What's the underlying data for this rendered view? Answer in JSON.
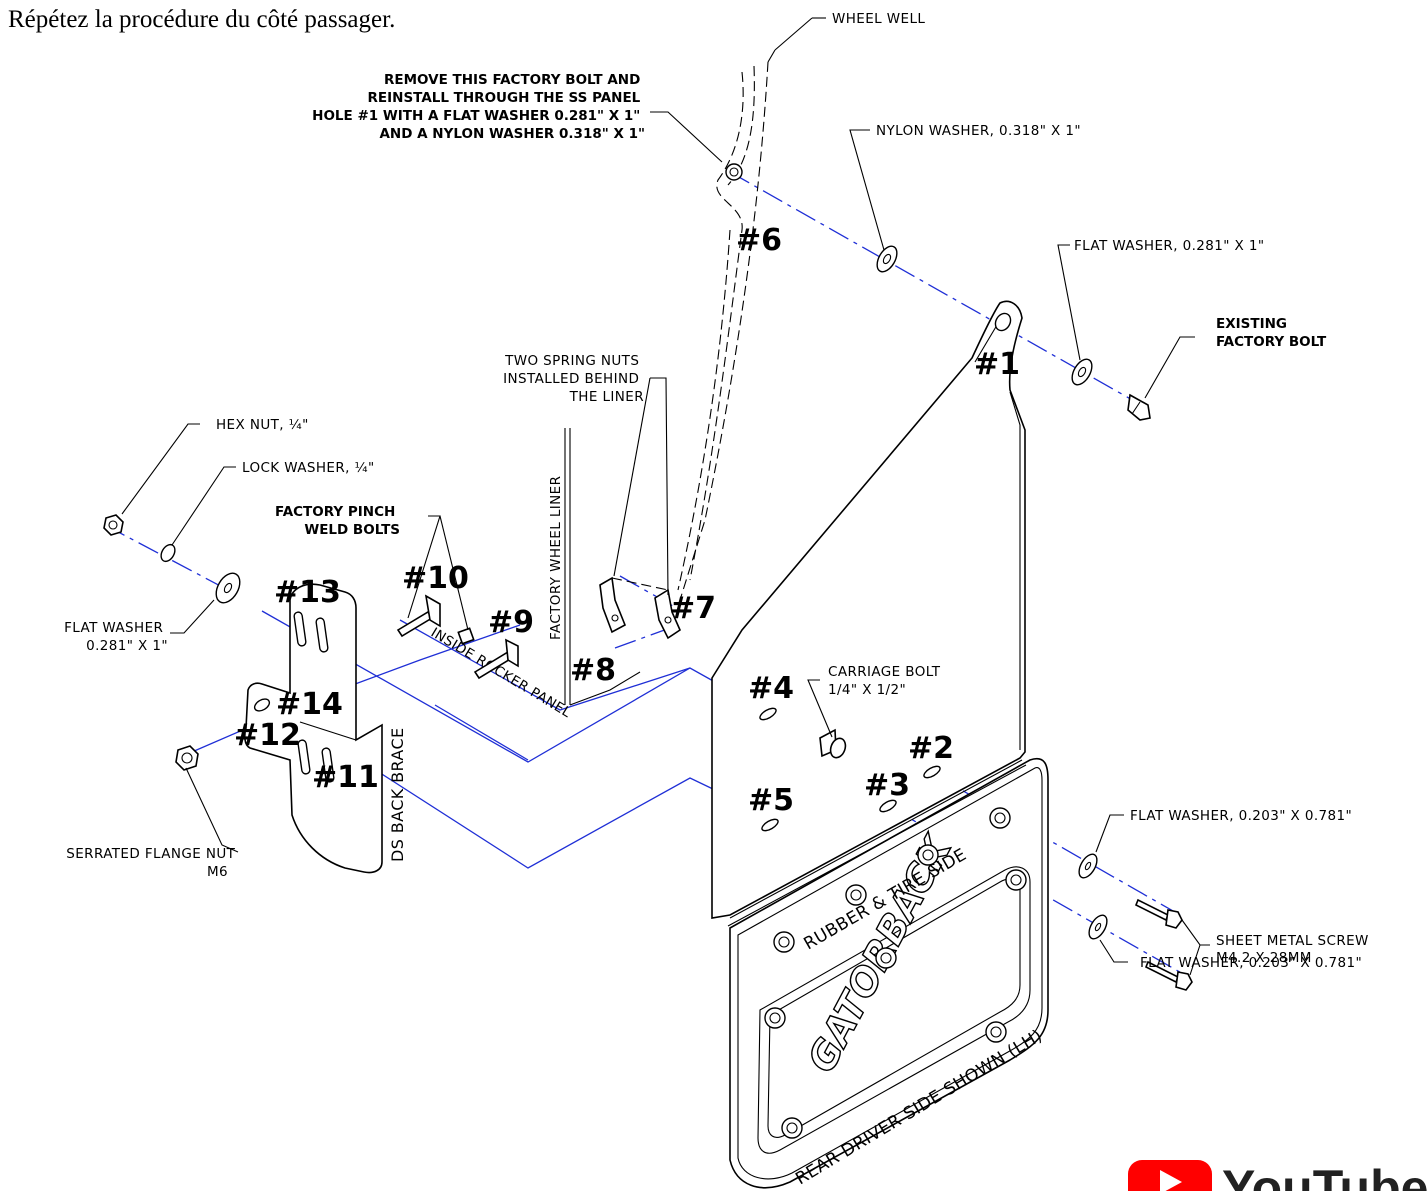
{
  "intro_text": "Répétez la procédure du côté passager.",
  "callouts": {
    "wheel_well": "WHEEL WELL",
    "remove_bolt": [
      "REMOVE THIS FACTORY BOLT AND",
      "REINSTALL THROUGH THE SS PANEL",
      "HOLE #1 WITH A FLAT WASHER 0.281\" X 1\"",
      "AND A NYLON WASHER 0.318\" X 1\""
    ],
    "nylon_washer": "NYLON WASHER, 0.318\" X 1\"",
    "flat_washer_top": "FLAT WASHER, 0.281\" X 1\"",
    "existing_bolt": [
      "EXISTING",
      "FACTORY BOLT"
    ],
    "spring_nuts": [
      "TWO SPRING NUTS",
      "INSTALLED BEHIND",
      "THE LINER"
    ],
    "hex_nut": "HEX NUT, ¼\"",
    "lock_washer": "LOCK WASHER, ¼\"",
    "pinch_weld": [
      "FACTORY PINCH",
      "WELD BOLTS"
    ],
    "flat_washer_left": [
      "FLAT WASHER",
      "0.281\" X 1\""
    ],
    "carriage_bolt": [
      "CARRIAGE BOLT",
      "1/4\" X 1/2\""
    ],
    "serrated_nut": [
      "SERRATED FLANGE NUT",
      "M6"
    ],
    "flat_washer_r1": "FLAT WASHER, 0.203\" X 0.781\"",
    "sheet_metal_screw": [
      "SHEET METAL SCREW",
      "M4.2 X 28MM"
    ],
    "flat_washer_r2": "FLAT WASHER, 0.203\" X 0.781\""
  },
  "part_labels": {
    "factory_wheel_liner": "FACTORY WHEEL LINER",
    "inside_rocker_panel": "INSIDE ROCKER PANEL",
    "ds_back_brace": "DS BACK BRACE",
    "rubber_tire_side": "RUBBER & TIRE SIDE",
    "rear_driver_side": "REAR DRIVER SIDE SHOWN (LH)",
    "brand": "GATORBACK",
    "youtube": "YouTube"
  },
  "hole_numbers": [
    "#1",
    "#2",
    "#3",
    "#4",
    "#5",
    "#6",
    "#7",
    "#8",
    "#9",
    "#10",
    "#11",
    "#12",
    "#13",
    "#14"
  ],
  "colors": {
    "axis_lines": "#1f2fd6",
    "youtube_red": "#ff0000"
  }
}
